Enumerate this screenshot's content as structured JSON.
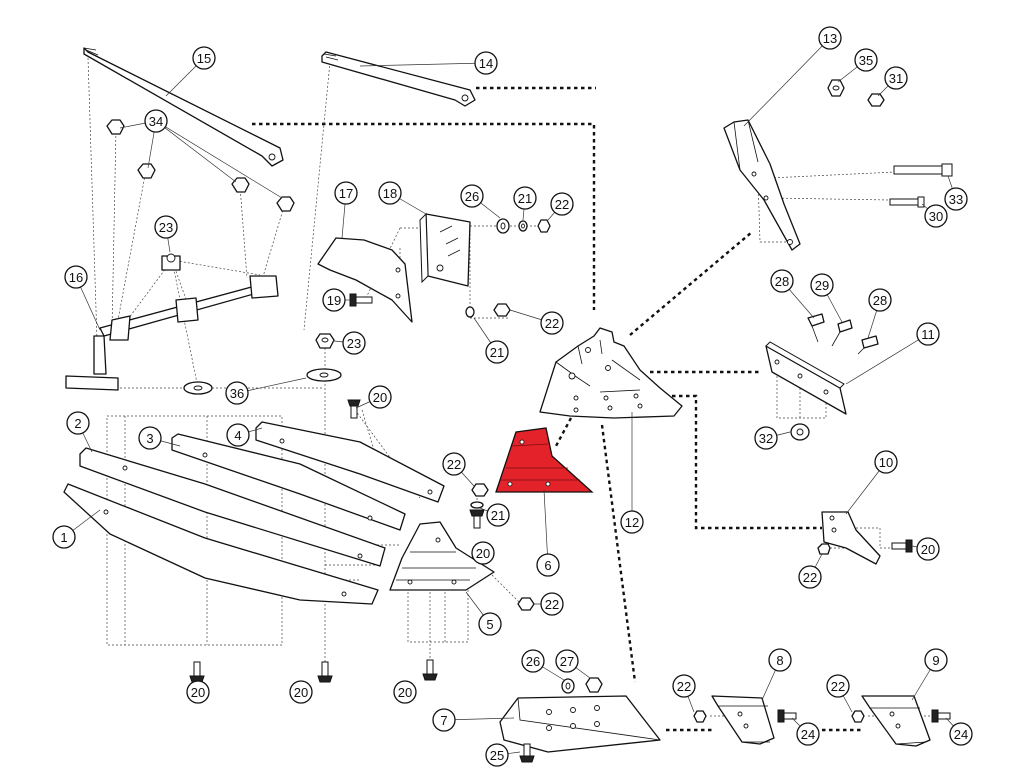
{
  "colors": {
    "highlight": "#e3222a",
    "line": "#111111",
    "background": "#ffffff"
  },
  "callouts": [
    {
      "id": "c1",
      "label": "1"
    },
    {
      "id": "c2",
      "label": "2"
    },
    {
      "id": "c3",
      "label": "3"
    },
    {
      "id": "c4",
      "label": "4"
    },
    {
      "id": "c5",
      "label": "5"
    },
    {
      "id": "c6",
      "label": "6"
    },
    {
      "id": "c7",
      "label": "7"
    },
    {
      "id": "c8",
      "label": "8"
    },
    {
      "id": "c9",
      "label": "9"
    },
    {
      "id": "c10",
      "label": "10"
    },
    {
      "id": "c11",
      "label": "11"
    },
    {
      "id": "c12",
      "label": "12"
    },
    {
      "id": "c13",
      "label": "13"
    },
    {
      "id": "c14",
      "label": "14"
    },
    {
      "id": "c15",
      "label": "15"
    },
    {
      "id": "c16",
      "label": "16"
    },
    {
      "id": "c17",
      "label": "17"
    },
    {
      "id": "c18",
      "label": "18"
    },
    {
      "id": "c19",
      "label": "19"
    },
    {
      "id": "c20a",
      "label": "20"
    },
    {
      "id": "c20b",
      "label": "20"
    },
    {
      "id": "c20c",
      "label": "20"
    },
    {
      "id": "c20d",
      "label": "20"
    },
    {
      "id": "c20e",
      "label": "20"
    },
    {
      "id": "c20f",
      "label": "20"
    },
    {
      "id": "c21a",
      "label": "21"
    },
    {
      "id": "c21b",
      "label": "21"
    },
    {
      "id": "c21c",
      "label": "21"
    },
    {
      "id": "c22a",
      "label": "22"
    },
    {
      "id": "c22b",
      "label": "22"
    },
    {
      "id": "c22c",
      "label": "22"
    },
    {
      "id": "c22d",
      "label": "22"
    },
    {
      "id": "c22e",
      "label": "22"
    },
    {
      "id": "c22f",
      "label": "22"
    },
    {
      "id": "c22g",
      "label": "22"
    },
    {
      "id": "c23a",
      "label": "23"
    },
    {
      "id": "c23b",
      "label": "23"
    },
    {
      "id": "c24a",
      "label": "24"
    },
    {
      "id": "c24b",
      "label": "24"
    },
    {
      "id": "c25",
      "label": "25"
    },
    {
      "id": "c26a",
      "label": "26"
    },
    {
      "id": "c26b",
      "label": "26"
    },
    {
      "id": "c27",
      "label": "27"
    },
    {
      "id": "c28a",
      "label": "28"
    },
    {
      "id": "c28b",
      "label": "28"
    },
    {
      "id": "c29",
      "label": "29"
    },
    {
      "id": "c30",
      "label": "30"
    },
    {
      "id": "c31",
      "label": "31"
    },
    {
      "id": "c32",
      "label": "32"
    },
    {
      "id": "c33",
      "label": "33"
    },
    {
      "id": "c34",
      "label": "34"
    },
    {
      "id": "c35",
      "label": "35"
    },
    {
      "id": "c36",
      "label": "36"
    }
  ],
  "highlighted_part": "6"
}
